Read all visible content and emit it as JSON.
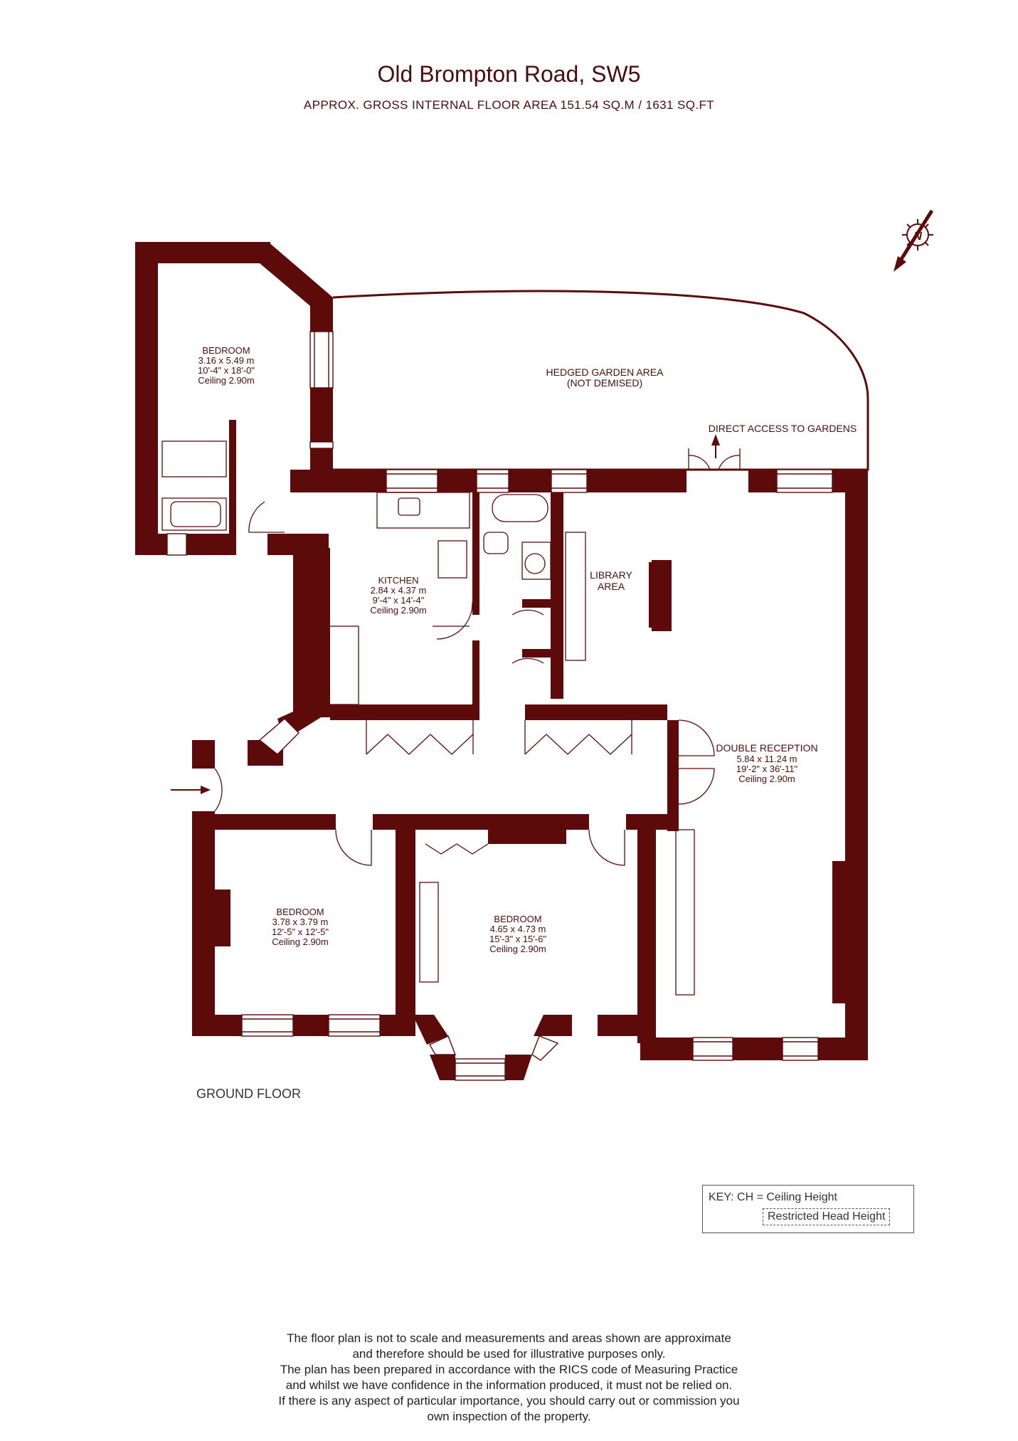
{
  "header": {
    "title": "Old Brompton Road, SW5",
    "subtitle": "APPROX. GROSS INTERNAL FLOOR AREA  151.54 SQ.M / 1631 SQ.FT"
  },
  "compass": {
    "label": "N"
  },
  "colors": {
    "wall": "#5c0a0a",
    "text": "#4a0d0d"
  },
  "rooms": {
    "bedroom_top": {
      "name": "BEDROOM",
      "metric": "3.16 x 5.49 m",
      "imperial": "10'-4\" x 18'-0\"",
      "ceiling": "Ceiling 2.90m"
    },
    "garden": {
      "name": "HEDGED GARDEN AREA",
      "note": "(NOT DEMISED)",
      "access": "DIRECT ACCESS TO GARDENS"
    },
    "kitchen": {
      "name": "KITCHEN",
      "metric": "2.84 x 4.37 m",
      "imperial": "9'-4\" x 14'-4\"",
      "ceiling": "Ceiling 2.90m"
    },
    "library": {
      "name": "LIBRARY",
      "name2": "AREA"
    },
    "reception": {
      "name": "DOUBLE RECEPTION",
      "metric": "5.84 x 11.24 m",
      "imperial": "19'-2\" x 36'-11\"",
      "ceiling": "Ceiling 2.90m"
    },
    "bedroom_left": {
      "name": "BEDROOM",
      "metric": "3.78 x 3.79 m",
      "imperial": "12'-5\" x 12'-5\"",
      "ceiling": "Ceiling 2.90m"
    },
    "bedroom_mid": {
      "name": "BEDROOM",
      "metric": "4.65 x 4.73 m",
      "imperial": "15'-3\" x 15'-6\"",
      "ceiling": "Ceiling 2.90m"
    }
  },
  "floor_label": "GROUND FLOOR",
  "key": {
    "line1": "KEY: CH = Ceiling Height",
    "line2": "Restricted Head Height"
  },
  "disclaimer": [
    "The floor plan is not to scale and measurements and areas shown are approximate",
    "and therefore should be used for illustrative purposes only.",
    "The plan has been prepared in accordance with the RICS code of Measuring Practice",
    "and whilst we have confidence in the information produced, it must not be relied on.",
    "If there is any aspect of particular importance, you should carry out or commission you",
    "own inspection of the property."
  ]
}
